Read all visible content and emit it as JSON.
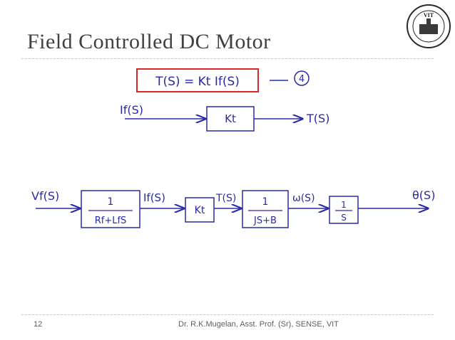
{
  "slide": {
    "title": "Field Controlled DC Motor",
    "page_number": "12",
    "footer": "Dr. R.K.Mugelan, Asst. Prof. (Sr), SENSE, VIT"
  },
  "logo": {
    "text": "VIT"
  },
  "equation": {
    "text": "T(S) = Kt If(S)",
    "tag": "4"
  },
  "diagram1": {
    "input": "If(S)",
    "block": "Kt",
    "output": "T(S)"
  },
  "diagram2": {
    "input": "Vf(S)",
    "block1_num": "1",
    "block1_den": "Rf+LfS",
    "sig1": "If(S)",
    "block2": "Kt",
    "sig2": "T(S)",
    "block3_num": "1",
    "block3_den": "JS+B",
    "sig3": "ω(S)",
    "block4_num": "1",
    "block4_den": "S",
    "output": "θ(S)"
  },
  "colors": {
    "ink": "#2a2aa8",
    "highlight": "#d9262b",
    "title": "#404040"
  }
}
